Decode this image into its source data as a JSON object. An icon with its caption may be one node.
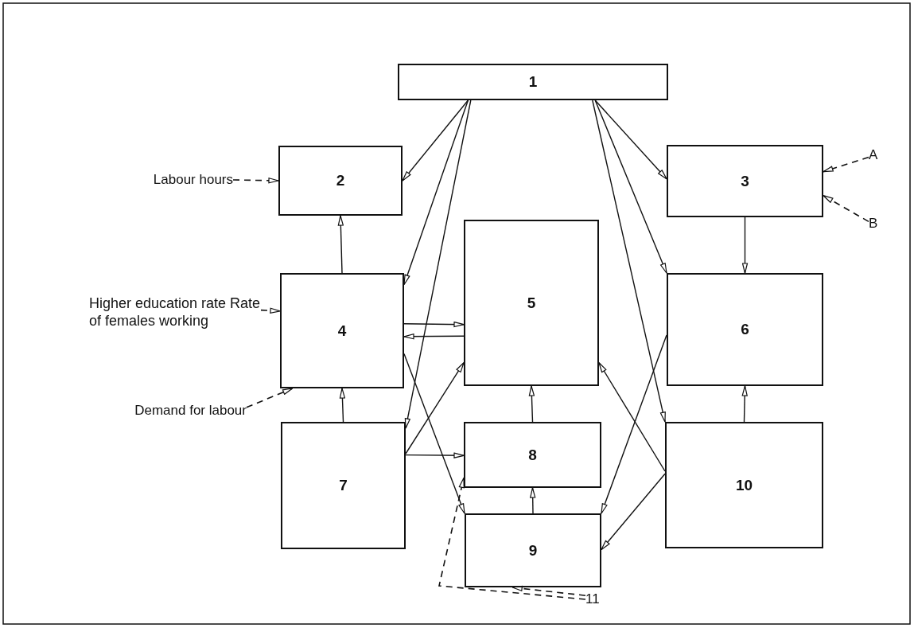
{
  "diagram": {
    "nodes": [
      {
        "text": [
          "1"
        ]
      },
      {
        "text": [
          "2"
        ]
      },
      {
        "text": [
          "3"
        ]
      },
      {
        "text": [
          "4"
        ]
      },
      {
        "text": [
          "5"
        ]
      },
      {
        "text": [
          "6"
        ]
      },
      {
        "text": [
          "7"
        ]
      },
      {
        "text": [
          "8"
        ]
      },
      {
        "text": [
          "9"
        ]
      },
      {
        "text": [
          "10"
        ]
      },
      {
        "text": [
          "Labour hours"
        ]
      },
      {
        "text": [
          "Higher education rate Rate of females working"
        ]
      },
      {
        "text": [
          "Demand for labour"
        ]
      },
      {
        "text": [
          "A"
        ]
      },
      {
        "text": [
          "B"
        ]
      },
      {
        "text": [
          "11"
        ]
      }
    ],
    "edges": [
      {
        "from": 0,
        "to": 1,
        "arrow": "to"
      },
      {
        "from": 0,
        "to": 3,
        "arrow": "to"
      },
      {
        "from": 0,
        "to": 6,
        "arrow": "to"
      },
      {
        "from": 0,
        "to": 2,
        "arrow": "to"
      },
      {
        "from": 0,
        "to": 5,
        "arrow": "to"
      },
      {
        "from": 0,
        "to": 9,
        "arrow": "to"
      },
      {
        "from": 3,
        "to": 1,
        "arrow": "to"
      },
      {
        "from": 3,
        "to": 4,
        "arrow": "to"
      },
      {
        "from": 4,
        "to": 3,
        "arrow": "to"
      },
      {
        "from": 6,
        "to": 3,
        "arrow": "to"
      },
      {
        "from": 6,
        "to": 4,
        "arrow": "to"
      },
      {
        "from": 6,
        "to": 7,
        "arrow": "to"
      },
      {
        "from": 3,
        "to": 8,
        "arrow": "to"
      },
      {
        "from": 7,
        "to": 4,
        "arrow": "to"
      },
      {
        "from": 8,
        "to": 7,
        "arrow": "to"
      },
      {
        "from": 5,
        "to": 8,
        "arrow": "to"
      },
      {
        "from": 9,
        "to": 4,
        "arrow": "to"
      },
      {
        "from": 9,
        "to": 8,
        "arrow": "to"
      },
      {
        "from": 9,
        "to": 5,
        "arrow": "to"
      },
      {
        "from": 2,
        "to": 5,
        "arrow": "to"
      },
      {
        "from": 10,
        "to": 1,
        "arrow": "to",
        "style": "dashed"
      },
      {
        "from": 11,
        "to": 3,
        "arrow": "to",
        "style": "dashed"
      },
      {
        "from": 12,
        "to": 3,
        "arrow": "to",
        "style": "dashed"
      },
      {
        "from": 13,
        "to": 2,
        "arrow": "to",
        "style": "dashed"
      },
      {
        "from": 14,
        "to": 2,
        "arrow": "to",
        "style": "dashed"
      },
      {
        "from": 15,
        "to": 7,
        "arrow": "to",
        "style": "dashed"
      },
      {
        "from": 15,
        "to": 8,
        "arrow": "to",
        "style": "dashed"
      }
    ]
  }
}
